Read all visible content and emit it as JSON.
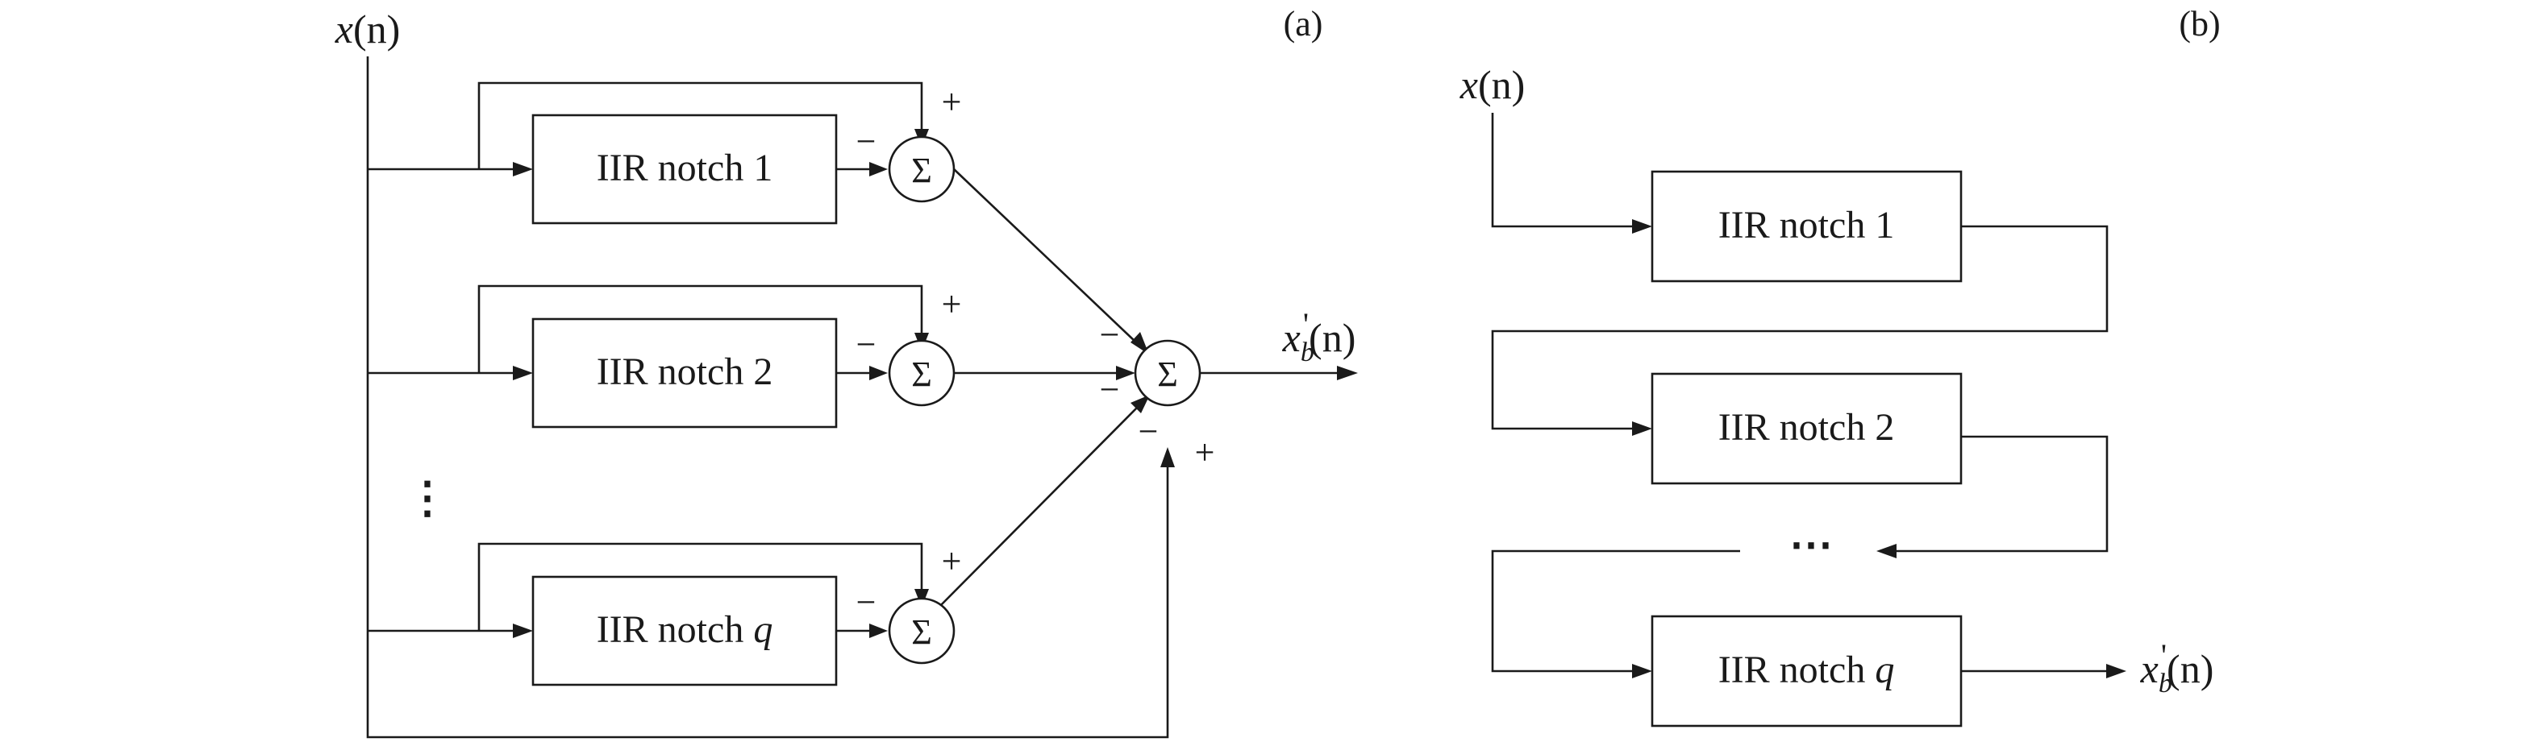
{
  "panels": {
    "a": {
      "label": "(a)",
      "input_var": "x",
      "input_arg": "(n)",
      "output_var": "x",
      "output_sub": "b",
      "output_prime": "'",
      "output_arg": "(n)",
      "branches": [
        {
          "name_prefix": "IIR notch ",
          "index": "1",
          "plus": "+",
          "minus": "−"
        },
        {
          "name_prefix": "IIR notch ",
          "index": "2",
          "plus": "+",
          "minus": "−"
        },
        {
          "name_prefix": "IIR notch ",
          "index": "q",
          "plus": "+",
          "minus": "−"
        }
      ],
      "skip_ellipsis": "⋮",
      "sum_symbol": "Σ",
      "final_sum_signs": {
        "top": "−",
        "middle": "−",
        "lower": "−",
        "bypass": "+"
      }
    },
    "b": {
      "label": "(b)",
      "input_var": "x",
      "input_arg": "(n)",
      "output_var": "x",
      "output_sub": "b",
      "output_prime": "'",
      "output_arg": "(n)",
      "stages": [
        {
          "name_prefix": "IIR notch ",
          "index": "1"
        },
        {
          "name_prefix": "IIR notch ",
          "index": "2"
        },
        {
          "name_prefix": "IIR notch ",
          "index": "q"
        }
      ],
      "chain_ellipsis": "⋯"
    }
  },
  "colors": {
    "stroke": "#1a1a1a",
    "background": "#ffffff"
  }
}
